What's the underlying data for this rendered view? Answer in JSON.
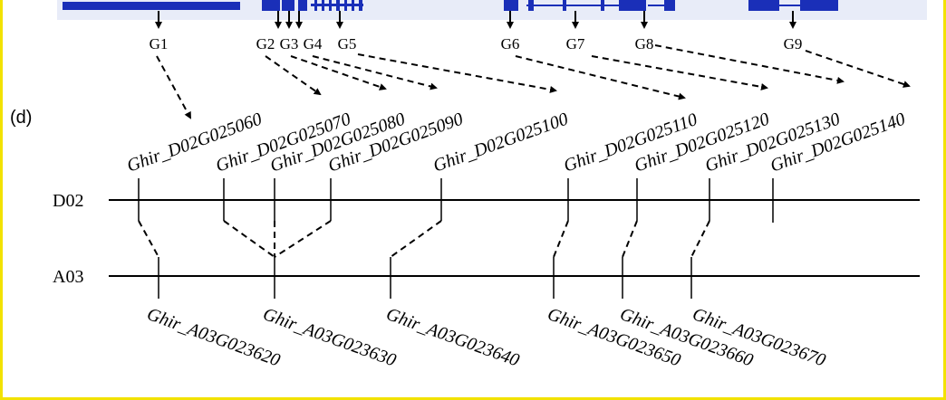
{
  "panel_label": "(d)",
  "colors": {
    "track_bg": "#e8ecf8",
    "gene_blue": "#1a2fb8",
    "line": "#000000",
    "frame": "#f2e200"
  },
  "top_markers": [
    "G1",
    "G2",
    "G3",
    "G4",
    "G5",
    "G6",
    "G7",
    "G8",
    "G9"
  ],
  "chromosomes": {
    "upper": "D02",
    "lower": "A03"
  },
  "d02_genes": [
    "Ghir_D02G025060",
    "Ghir_D02G025070",
    "Ghir_D02G025080",
    "Ghir_D02G025090",
    "Ghir_D02G025100",
    "Ghir_D02G025110",
    "Ghir_D02G025120",
    "Ghir_D02G025130",
    "Ghir_D02G025140"
  ],
  "a03_genes": [
    "Ghir_A03G023620",
    "Ghir_A03G023630",
    "Ghir_A03G023640",
    "Ghir_A03G023650",
    "Ghir_A03G023660",
    "Ghir_A03G023670"
  ]
}
